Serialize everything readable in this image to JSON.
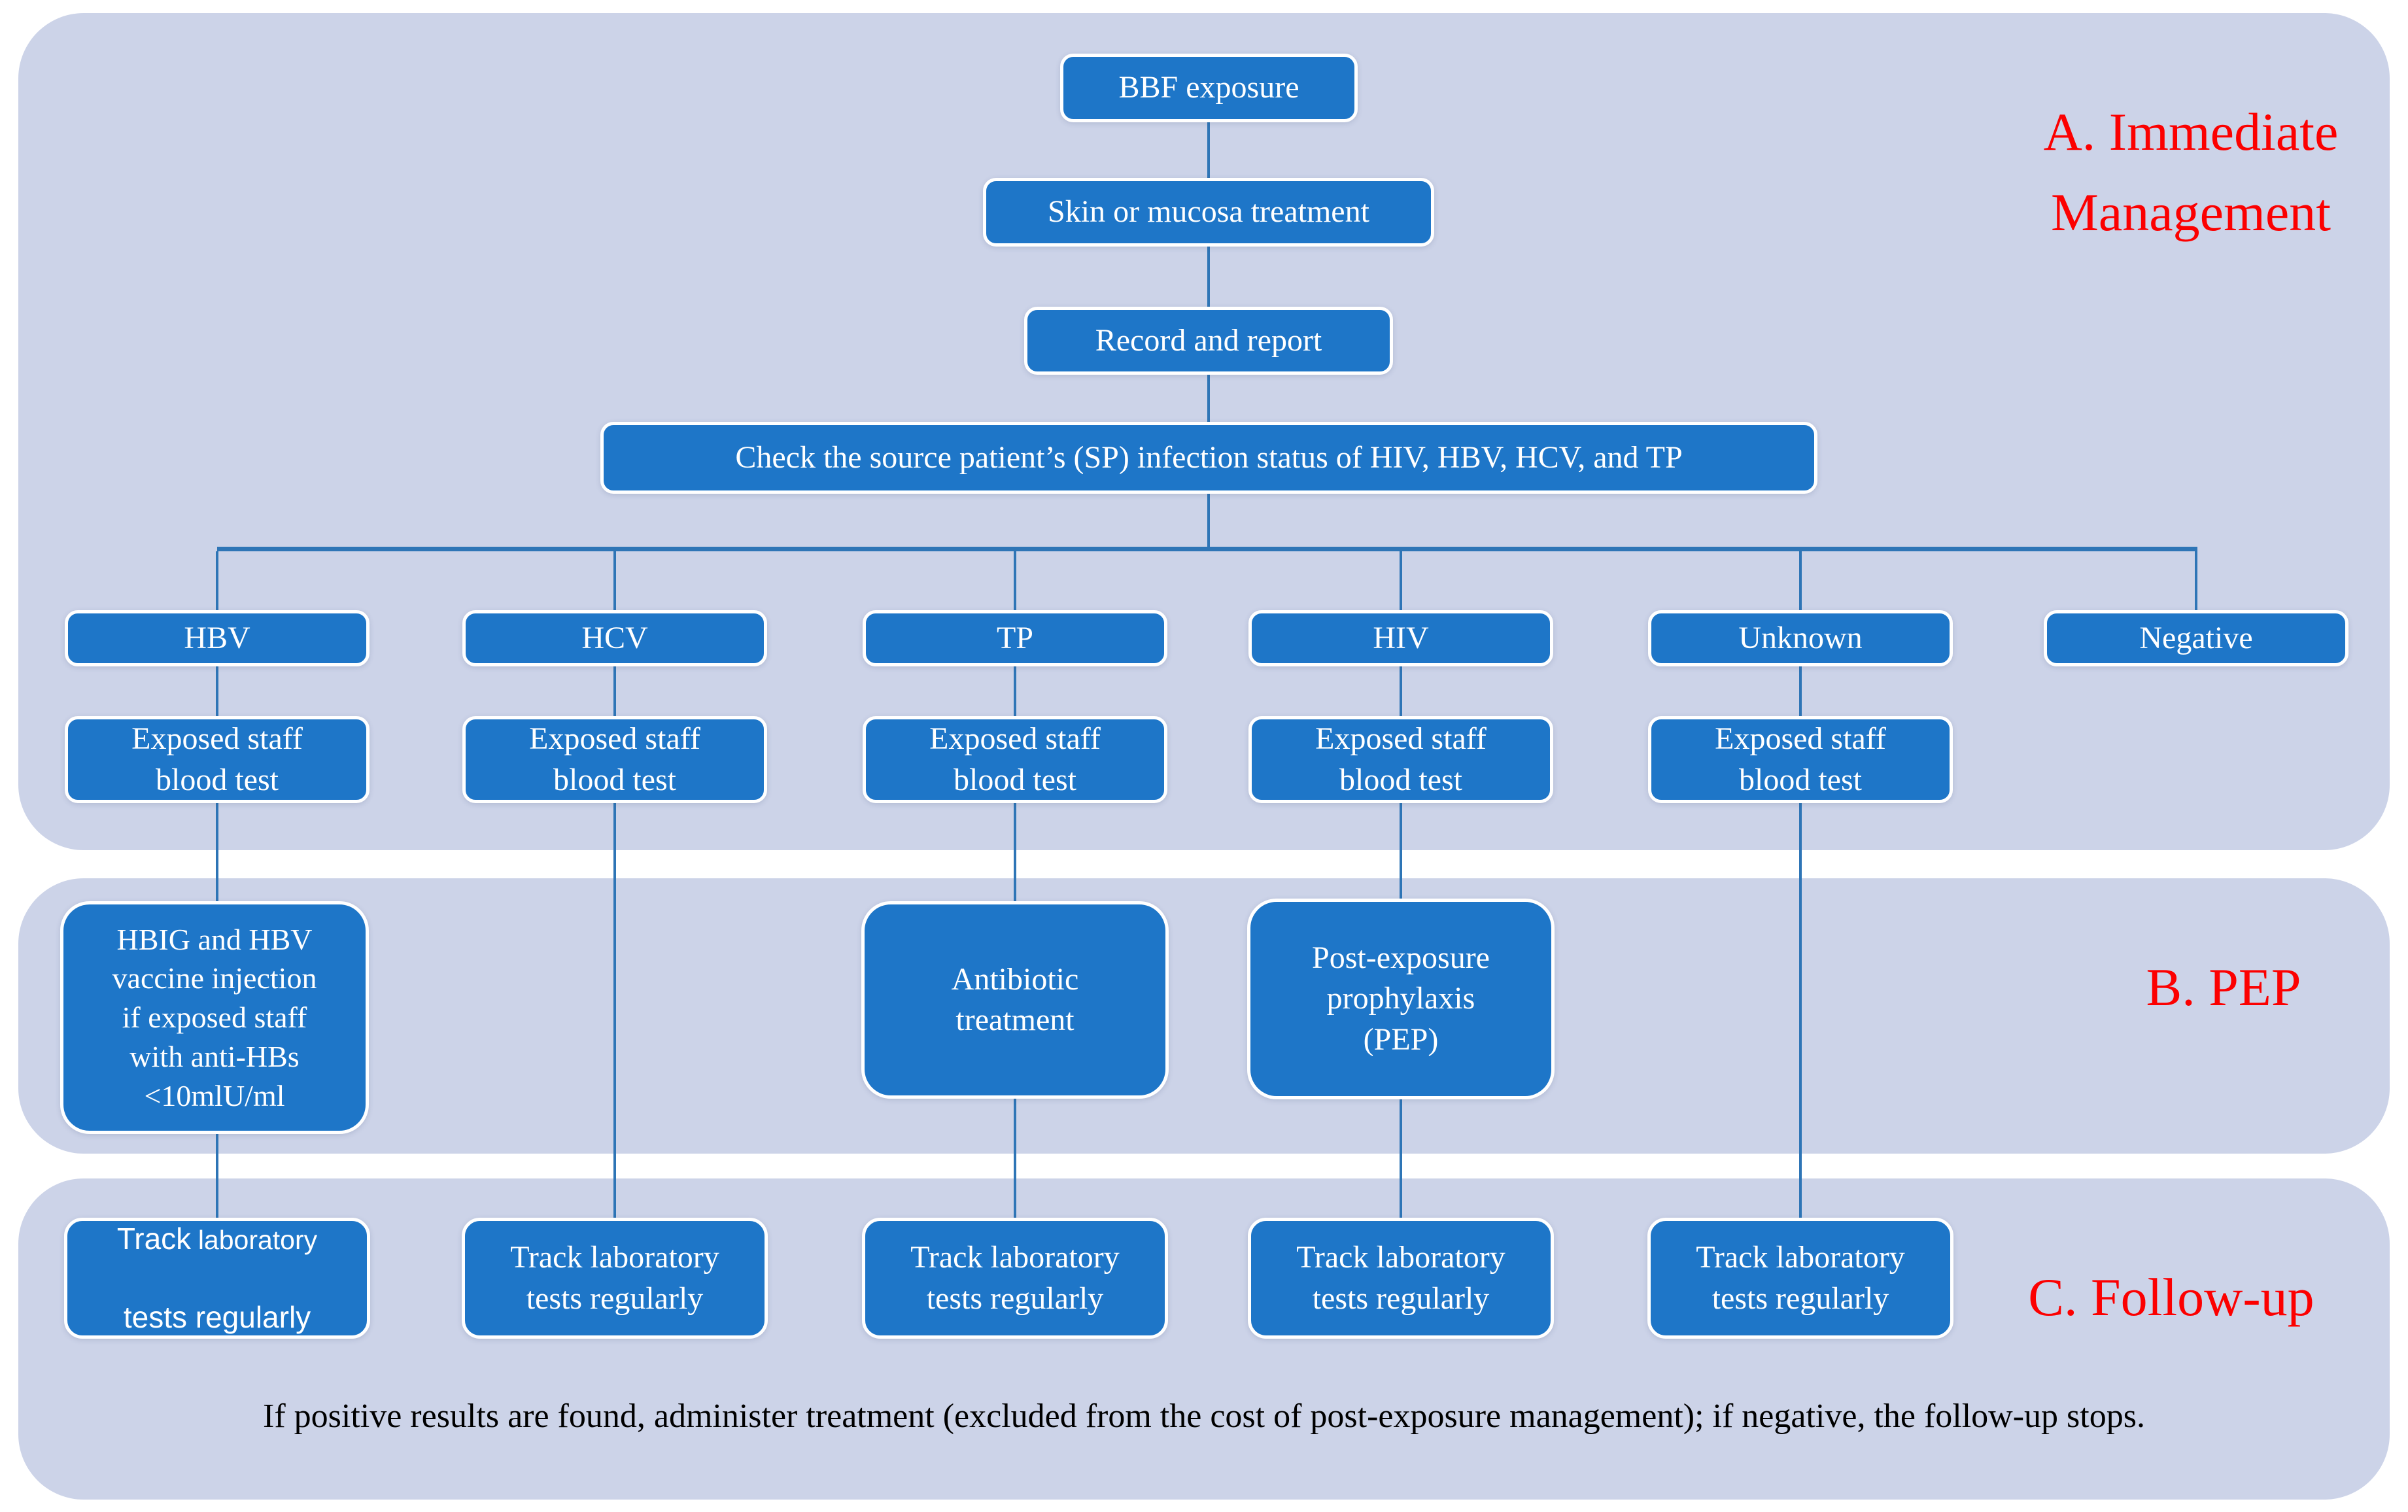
{
  "colors": {
    "section_background": "#ccd3e8",
    "node_blue": "#1e76c8",
    "connector_blue": "#2e75b6",
    "section_label_red": "#fc0000",
    "node_text": "#ffffff",
    "footnote_text": "#000000"
  },
  "section_labels": {
    "a": "A. Immediate\nManagement",
    "b": "B. PEP",
    "c": "C. Follow-up"
  },
  "immediate_flow": {
    "bbf": "BBF exposure",
    "skin": "Skin or mucosa treatment",
    "record": "Record and report",
    "check": "Check the source patient’s (SP) infection status of HIV, HBV, HCV, and TP"
  },
  "branches": [
    {
      "label": "HBV",
      "blood_test": "Exposed staff\nblood test",
      "pep": "HBIG and HBV\nvaccine injection\nif exposed staff\nwith anti-HBs\n<10mlU/ml",
      "followup_w1": "Track",
      "followup_w2": "laboratory",
      "followup_w3": "tests regularly"
    },
    {
      "label": "HCV",
      "blood_test": "Exposed staff\nblood test",
      "followup": "Track laboratory\ntests regularly"
    },
    {
      "label": "TP",
      "blood_test": "Exposed staff\nblood test",
      "pep": "Antibiotic\ntreatment",
      "followup": "Track laboratory\ntests regularly"
    },
    {
      "label": "HIV",
      "blood_test": "Exposed staff\nblood test",
      "pep": "Post-exposure\nprophylaxis\n(PEP)",
      "followup": "Track laboratory\ntests regularly"
    },
    {
      "label": "Unknown",
      "blood_test": "Exposed staff\nblood test",
      "followup": "Track laboratory\ntests regularly"
    },
    {
      "label": "Negative"
    }
  ],
  "footnote": "If positive results are found, administer treatment (excluded from the cost of post-exposure management); if negative, the follow-up stops."
}
